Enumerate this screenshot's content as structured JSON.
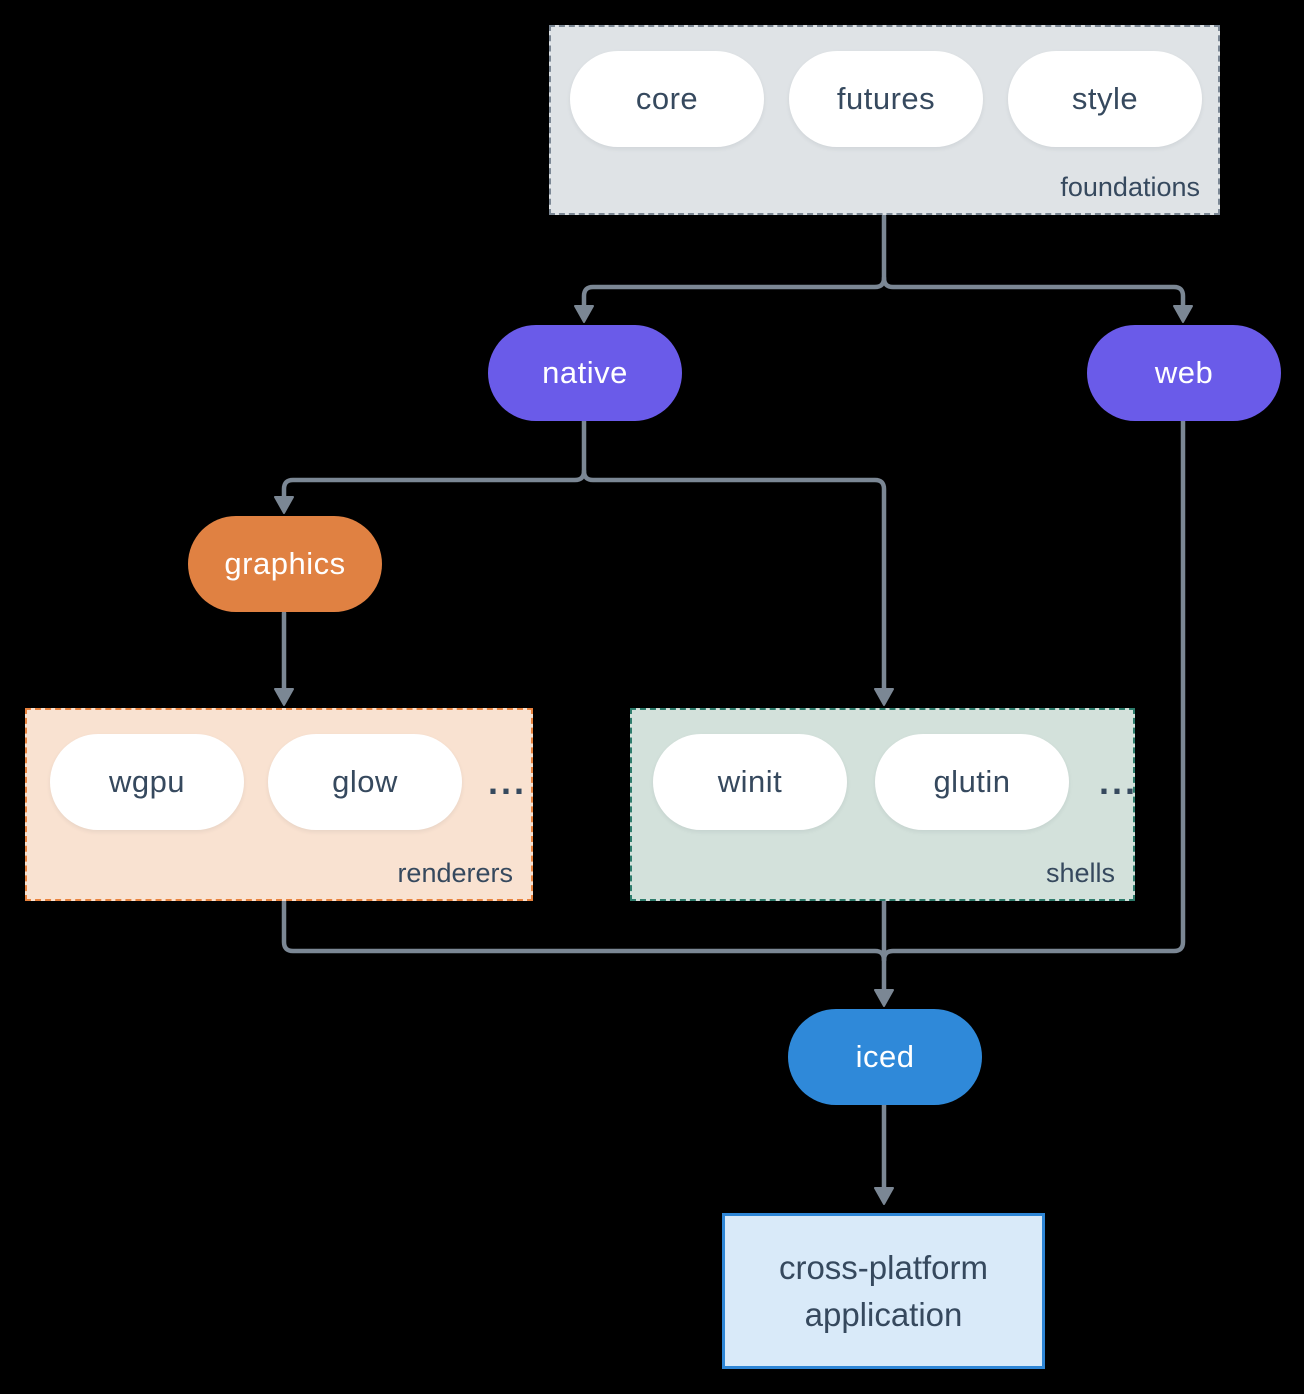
{
  "diagram": {
    "groups": {
      "foundations": {
        "label": "foundations",
        "nodes": [
          "core",
          "futures",
          "style"
        ]
      },
      "renderers": {
        "label": "renderers",
        "nodes": [
          "wgpu",
          "glow"
        ],
        "ellipsis": "..."
      },
      "shells": {
        "label": "shells",
        "nodes": [
          "winit",
          "glutin"
        ],
        "ellipsis": "..."
      }
    },
    "nodes": {
      "native": "native",
      "web": "web",
      "graphics": "graphics",
      "iced": "iced",
      "application": {
        "line1": "cross-platform",
        "line2": "application"
      }
    },
    "colors": {
      "background": "#000000",
      "purple": "#6a5be9",
      "orange": "#e08142",
      "blue": "#2f89d9",
      "foundations_bg": "#dfe3e6",
      "foundations_border": "#7b8794",
      "renderers_bg": "#f9e2d1",
      "renderers_border": "#e8833f",
      "shells_bg": "#d3e1db",
      "shells_border": "#2e7c6c",
      "app_bg": "#d9eaf9",
      "app_border": "#2e86d6",
      "edge": "#7b8794",
      "text_dark": "#36495e",
      "text_light": "#ffffff"
    }
  }
}
